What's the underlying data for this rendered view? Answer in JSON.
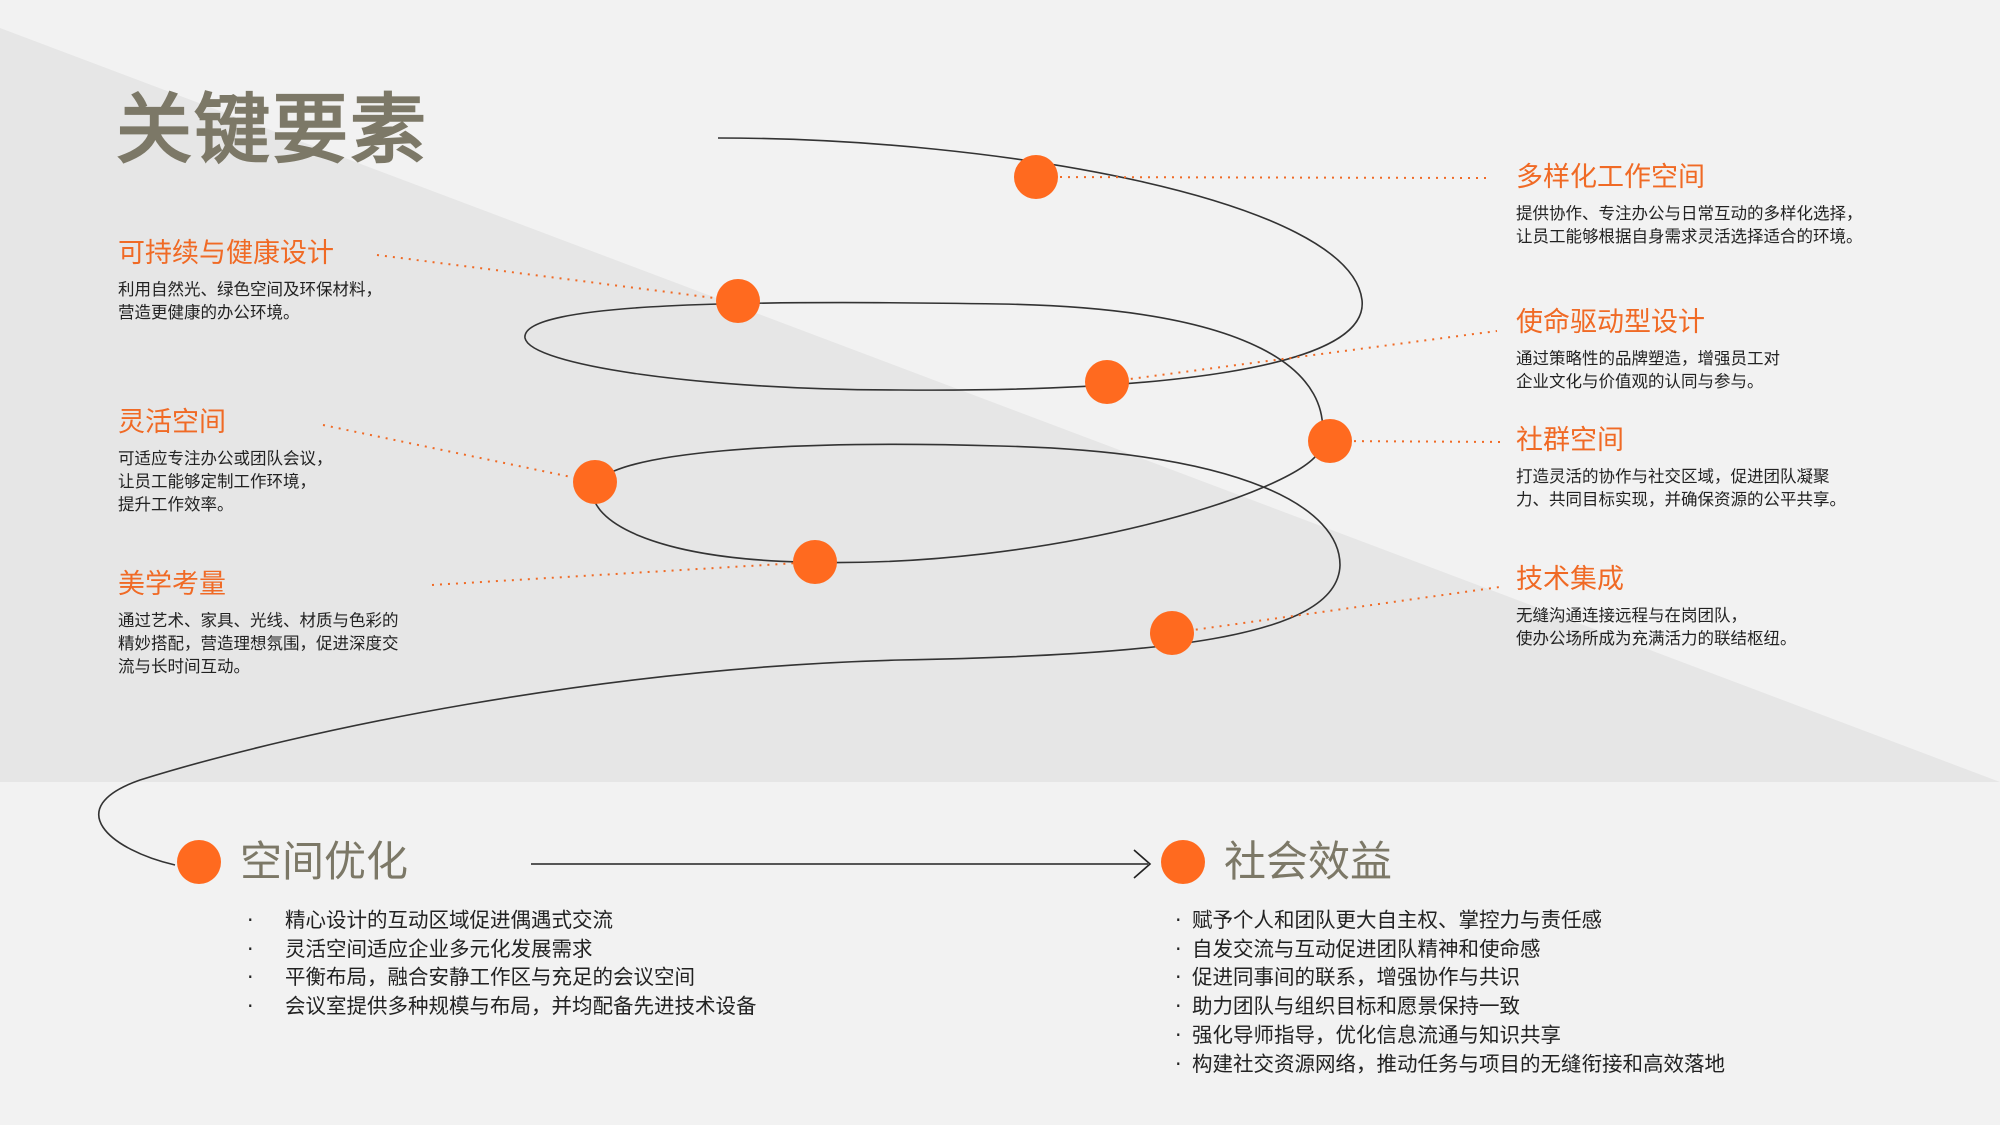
{
  "title": "关键要素",
  "colors": {
    "accent": "#f06a25",
    "dot": "#ff6a1f",
    "title": "#7c7867",
    "band": "#e6e6e6"
  },
  "elements": {
    "sustainable": {
      "title": "可持续与健康设计",
      "desc": [
        "利用自然光、绿色空间及环保材料，",
        "营造更健康的办公环境。"
      ]
    },
    "flexible": {
      "title": "灵活空间",
      "desc": [
        "可适应专注办公或团队会议，",
        "让员工能够定制工作环境，",
        "提升工作效率。"
      ]
    },
    "aesthetic": {
      "title": "美学考量",
      "desc": [
        "通过艺术、家具、光线、材质与色彩的",
        "精妙搭配，营造理想氛围，促进深度交",
        "流与长时间互动。"
      ]
    },
    "diverse": {
      "title": "多样化工作空间",
      "desc": [
        "提供协作、专注办公与日常互动的多样化选择，",
        "让员工能够根据自身需求灵活选择适合的环境。"
      ]
    },
    "mission": {
      "title": "使命驱动型设计",
      "desc": [
        "通过策略性的品牌塑造，增强员工对",
        "企业文化与价值观的认同与参与。"
      ]
    },
    "community": {
      "title": "社群空间",
      "desc": [
        "打造灵活的协作与社交区域，促进团队凝聚",
        "力、共同目标实现，并确保资源的公平共享。"
      ]
    },
    "tech": {
      "title": "技术集成",
      "desc": [
        "无缝沟通连接远程与在岗团队，",
        "使办公场所成为充满活力的联结枢纽。"
      ]
    }
  },
  "space_optimization": {
    "title": "空间优化",
    "items": [
      "精心设计的互动区域促进偶遇式交流",
      "灵活空间适应企业多元化发展需求",
      "平衡布局，融合安静工作区与充足的会议空间",
      "会议室提供多种规模与布局，并均配备先进技术设备"
    ]
  },
  "social_benefits": {
    "title": "社会效益",
    "items": [
      "赋予个人和团队更大自主权、掌控力与责任感",
      "自发交流与互动促进团队精神和使命感",
      "促进同事间的联系，增强协作与共识",
      "助力团队与组织目标和愿景保持一致",
      "强化导师指导，优化信息流通与知识共享",
      "构建社交资源网络，推动任务与项目的无缝衔接和高效落地"
    ]
  }
}
